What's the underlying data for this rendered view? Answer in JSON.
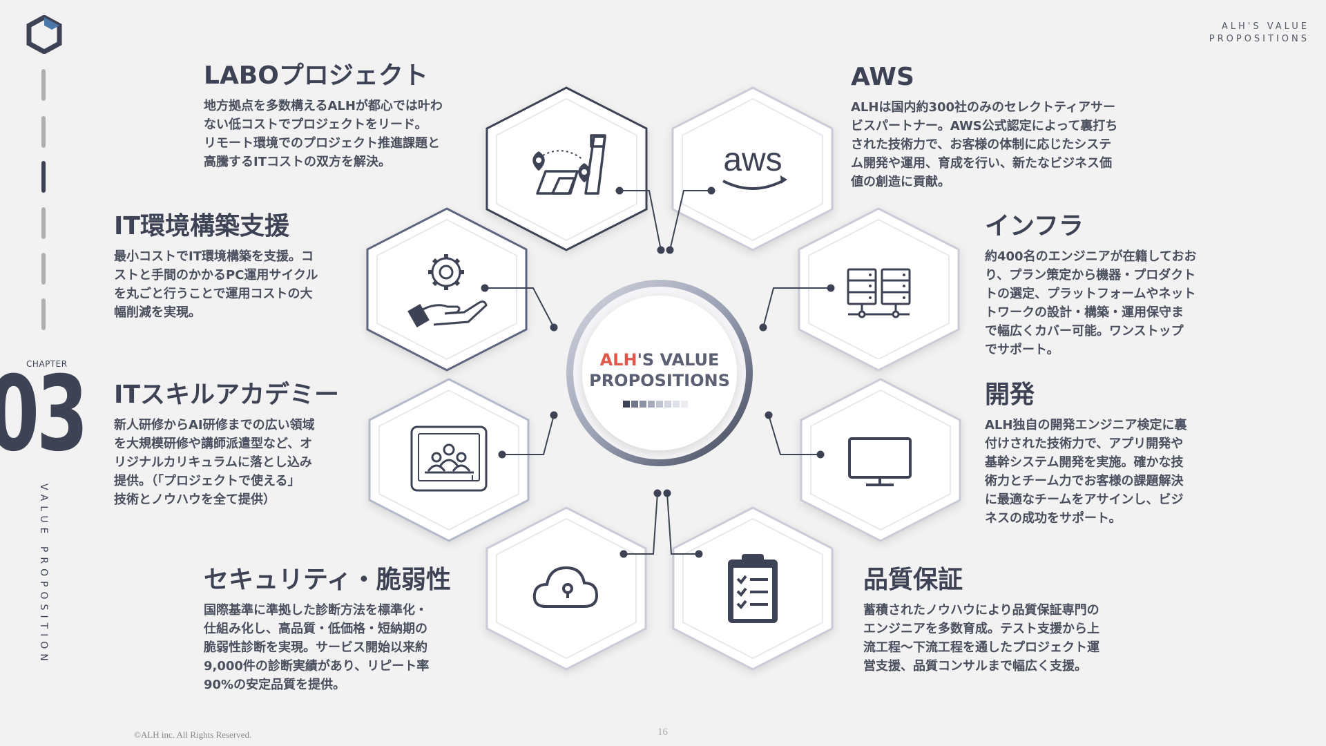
{
  "header": {
    "line1": "ALH'S VALUE",
    "line2": "PROPOSITIONS"
  },
  "sidebar": {
    "chapter_label": "CHAPTER",
    "chapter_number": "03",
    "vertical_label": "VALUE PROPOSITION"
  },
  "center": {
    "accent": "ALH",
    "title_rest": "'S VALUE",
    "title_line2": "PROPOSITIONS"
  },
  "blocks": {
    "labo": {
      "title": "LABOプロジェクト",
      "body": [
        "地方拠点を多数構えるALHが都心では叶わ",
        "ない低コストでプロジェクトをリード。",
        "リモート環境でのプロジェクト推進課題と",
        "高騰するITコストの双方を解決。"
      ]
    },
    "it_env": {
      "title": "IT環境構築支援",
      "body": [
        "最小コストでIT環境構築を支援。コ",
        "ストと手間のかかるPC運用サイクル",
        "を丸ごと行うことで運用コストの大",
        "幅削減を実現。"
      ]
    },
    "academy": {
      "title": "ITスキルアカデミー",
      "body": [
        "新人研修からAI研修までの広い領域",
        "を大規模研修や講師派遣型など、オ",
        "リジナルカリキュラムに落とし込み",
        "提供。（「プロジェクトで使える」",
        "技術とノウハウを全て提供）"
      ]
    },
    "security": {
      "title": "セキュリティ・脆弱性",
      "body": [
        "国際基準に準拠した診断方法を標準化・",
        "仕組み化し、高品質・低価格・短納期の",
        "脆弱性診断を実現。サービス開始以来約",
        "9,000件の診断実績があり、リピート率",
        "90%の安定品質を提供。"
      ]
    },
    "aws": {
      "title": "AWS",
      "body": [
        "ALHは国内約300社のみのセレクトティアサー",
        "ビスパートナー。AWS公式認定によって裏打ち",
        "された技術力で、お客様の体制に応じたシステ",
        "ム開発や運用、育成を行い、新たなビジネス価",
        "値の創造に貢献。"
      ]
    },
    "infra": {
      "title": "インフラ",
      "body": [
        "約400名のエンジニアが在籍しておお",
        "り、プラン策定から機器・プロダクト",
        "トの選定、プラットフォームやネット",
        "トワークの設計・構築・運用保守ま",
        "で幅広くカバー可能。ワンストップ",
        "でサポート。"
      ]
    },
    "dev": {
      "title": "開発",
      "body": [
        "ALH独自の開発エンジニア検定に裏",
        "付けされた技術力で、アプリ開発や",
        "基幹システム開発を実施。確かな技",
        "術力とチーム力でお客様の課題解決",
        "に最適なチームをアサインし、ビジ",
        "ネスの成功をサポート。"
      ]
    },
    "quality": {
      "title": "品質保証",
      "body": [
        "蓄積されたノウハウにより品質保証専門の",
        "エンジニアを多数育成。テスト支援から上",
        "流工程～下流工程を通したプロジェクト運",
        "営支援、品質コンサルまで幅広く支援。"
      ]
    }
  },
  "icons": {
    "labo": "map-pin-route-icon",
    "aws": "aws-logo-icon",
    "it_env": "gear-hand-icon",
    "infra": "server-icon",
    "academy": "classroom-screen-icon",
    "dev": "monitor-icon",
    "security": "cloud-lock-icon",
    "quality": "clipboard-checklist-icon",
    "aws_text": "aws"
  },
  "footer": {
    "copyright": "©ALH inc. All Rights Reserved.",
    "page": "16"
  },
  "colors": {
    "primary": "#3d4355",
    "accent": "#e0584b",
    "background": "#f2f2f2",
    "hex_border": "#c9ccd8"
  }
}
